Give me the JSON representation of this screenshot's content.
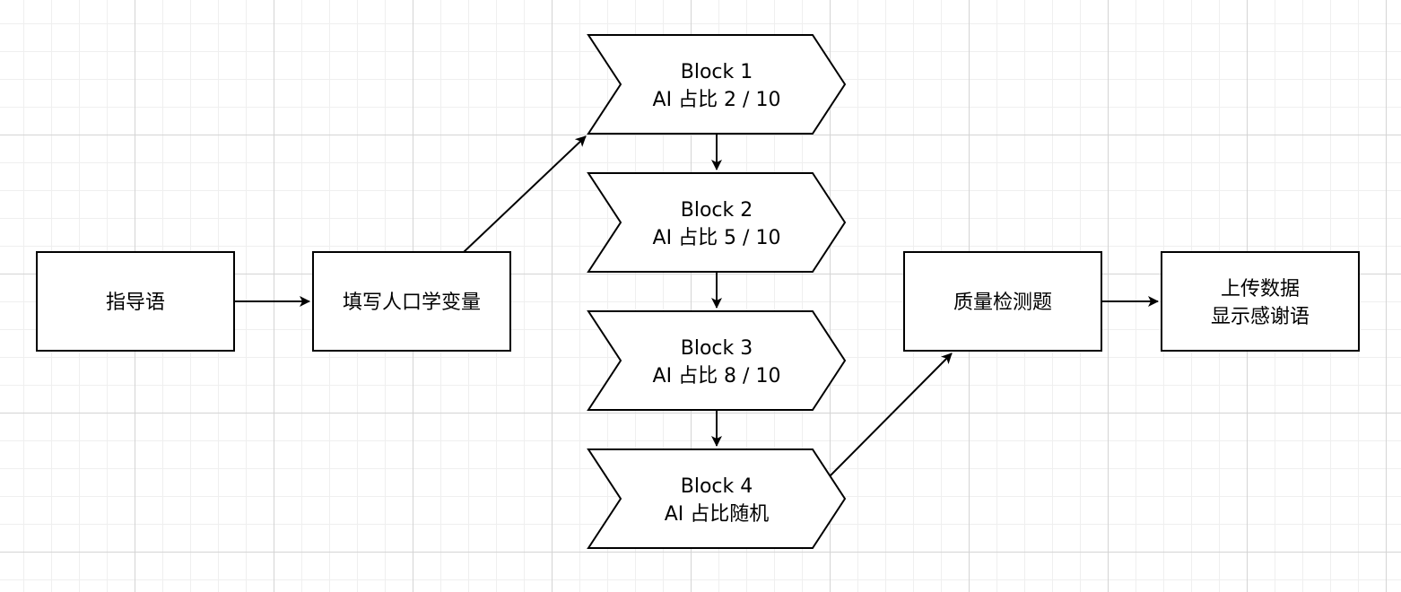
{
  "nodes": {
    "instructions": {
      "line1": "指导语"
    },
    "demographics": {
      "line1": "填写人口学变量"
    },
    "block1": {
      "line1": "Block 1",
      "line2": "AI 占比 2 / 10"
    },
    "block2": {
      "line1": "Block 2",
      "line2": "AI 占比 5 / 10"
    },
    "block3": {
      "line1": "Block 3",
      "line2": "AI 占比 8 / 10"
    },
    "block4": {
      "line1": "Block 4",
      "line2": "AI 占比随机"
    },
    "quality_check": {
      "line1": "质量检测题"
    },
    "upload": {
      "line1": "上传数据",
      "line2": "显示感谢语"
    }
  },
  "colors": {
    "stroke": "#000000",
    "fill": "#ffffff",
    "grid": "#d4d4d4"
  }
}
